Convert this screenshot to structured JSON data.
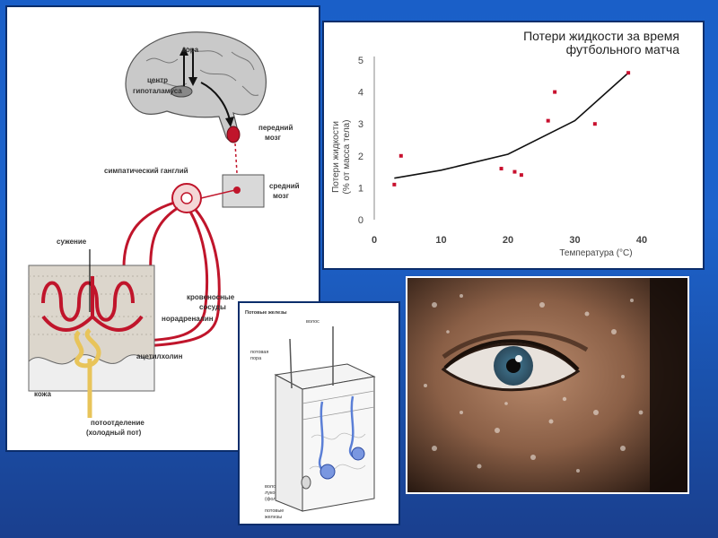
{
  "thermo": {
    "labels": {
      "cortex": "кора",
      "hypothalamus_1": "центр",
      "hypothalamus_2": "гипоталамуса",
      "forebrain_1": "передний",
      "forebrain_2": "мозг",
      "ganglion": "симпатический ганглий",
      "midbrain_1": "средний",
      "midbrain_2": "мозг",
      "constriction": "сужение",
      "vessels_1": "кровеносные",
      "vessels_2": "сосуды",
      "noradrenaline": "норадреналин",
      "acetylcholine": "ацетилхолин",
      "skin": "кожа",
      "sweating_1": "потоотделение",
      "sweating_2": "(холодный пот)"
    },
    "colors": {
      "vessel": "#c0152b",
      "nerve": "#c0152b",
      "duct": "#e8c45a",
      "skin": "#d8d0c6"
    }
  },
  "chart_data": {
    "type": "scatter",
    "title": "Потери жидкости за время футбольного матча",
    "title_lines": [
      "Потери жидкости за время",
      "футбольного матча"
    ],
    "xlabel": "Температура (°С)",
    "ylabel_lines": [
      "Потери жидкости",
      "(% от масса тела)"
    ],
    "xlim": [
      0,
      40
    ],
    "ylim": [
      0,
      5
    ],
    "xticks": [
      "0",
      "10",
      "20",
      "30",
      "40"
    ],
    "yticks": [
      "0",
      "1",
      "2",
      "3",
      "4",
      "5"
    ],
    "points": [
      {
        "x": 3,
        "y": 1.1
      },
      {
        "x": 4,
        "y": 2.0
      },
      {
        "x": 19,
        "y": 1.6
      },
      {
        "x": 21,
        "y": 1.5
      },
      {
        "x": 22,
        "y": 1.4
      },
      {
        "x": 26,
        "y": 3.1
      },
      {
        "x": 27,
        "y": 4.0
      },
      {
        "x": 33,
        "y": 3.0
      },
      {
        "x": 38,
        "y": 4.6
      }
    ],
    "trend": [
      {
        "x": 3,
        "y": 1.3
      },
      {
        "x": 10,
        "y": 1.55
      },
      {
        "x": 20,
        "y": 2.05
      },
      {
        "x": 30,
        "y": 3.1
      },
      {
        "x": 38,
        "y": 4.6
      }
    ],
    "grid": false,
    "colors": {
      "points": "#c8102e",
      "line": "#111111",
      "axis_text": "#444444"
    }
  },
  "skin": {
    "labels": {
      "title": "Потовые железы",
      "hair": "волос",
      "pore_1": "потовая",
      "pore_2": "пора",
      "follicle_1": "волосяная",
      "follicle_2": "луковица",
      "follicle_3": "(фолликул)",
      "glands_1": "потовые",
      "glands_2": "железы"
    },
    "colors": {
      "gland": "#5b7fd6",
      "tissue": "#f2f2f2"
    }
  },
  "photo": {
    "iris_color": "#5f8ea8"
  }
}
